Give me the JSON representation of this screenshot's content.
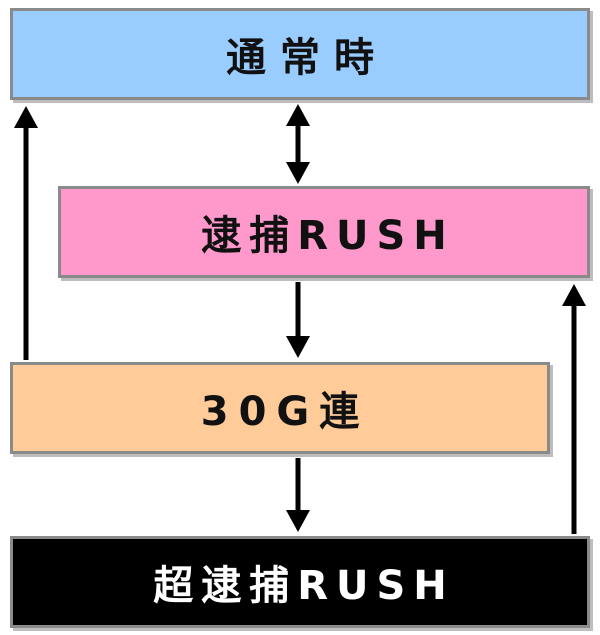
{
  "nodes": {
    "normal": {
      "label": "通常時",
      "bg": "#99ccff"
    },
    "arrest_rush": {
      "label": "逮捕RUSH",
      "bg": "#ff99cc"
    },
    "g30_ren": {
      "label": "30G連",
      "bg": "#ffcc99"
    },
    "super_arrest_rush": {
      "label": "超逮捕RUSH",
      "bg": "#000000"
    }
  },
  "edges": [
    {
      "from": "normal",
      "to": "arrest_rush",
      "bidirectional": true
    },
    {
      "from": "arrest_rush",
      "to": "g30_ren"
    },
    {
      "from": "g30_ren",
      "to": "super_arrest_rush"
    },
    {
      "from": "g30_ren",
      "to": "normal"
    },
    {
      "from": "super_arrest_rush",
      "to": "arrest_rush"
    }
  ],
  "colors": {
    "arrow": "#000000",
    "border": "#8a8a8a"
  }
}
